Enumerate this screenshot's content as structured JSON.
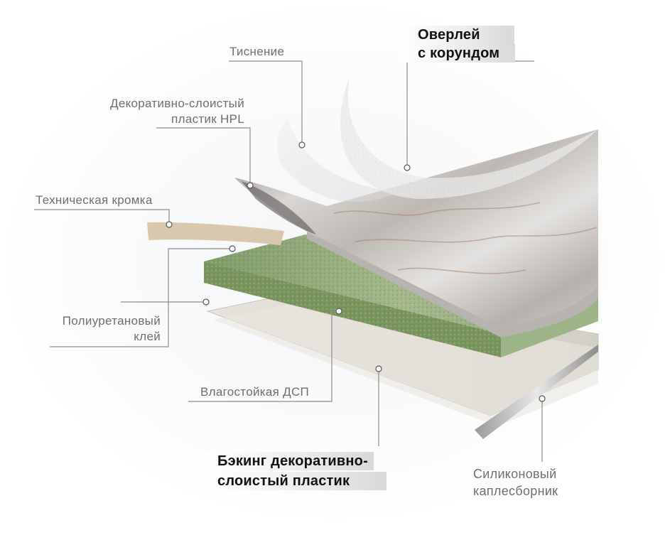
{
  "labels": {
    "embossing": "Тиснение",
    "overlay_line1": "Оверлей",
    "overlay_line2": "с корундом",
    "hpl_line1": "Декоративно-слоистый",
    "hpl_line2": "пластик HPL",
    "edge": "Техническая кромка",
    "glue_line1": "Полиуретановый",
    "glue_line2": "клей",
    "chipboard": "Влагостойкая ДСП",
    "backing_line1": "Бэкинг декоративно-",
    "backing_line2": "слоистый пластик",
    "drip_line1": "Силиконовый",
    "drip_line2": "каплесборник"
  },
  "colors": {
    "leader_line": "#8c8c8c",
    "label_text": "#6e6e6e",
    "highlight_text": "#111111",
    "chipboard": "#8fa777",
    "marble": "#c9c6c3",
    "edge_tape": "#d8c9ae",
    "backing_sheet": "#dcd8cf"
  }
}
